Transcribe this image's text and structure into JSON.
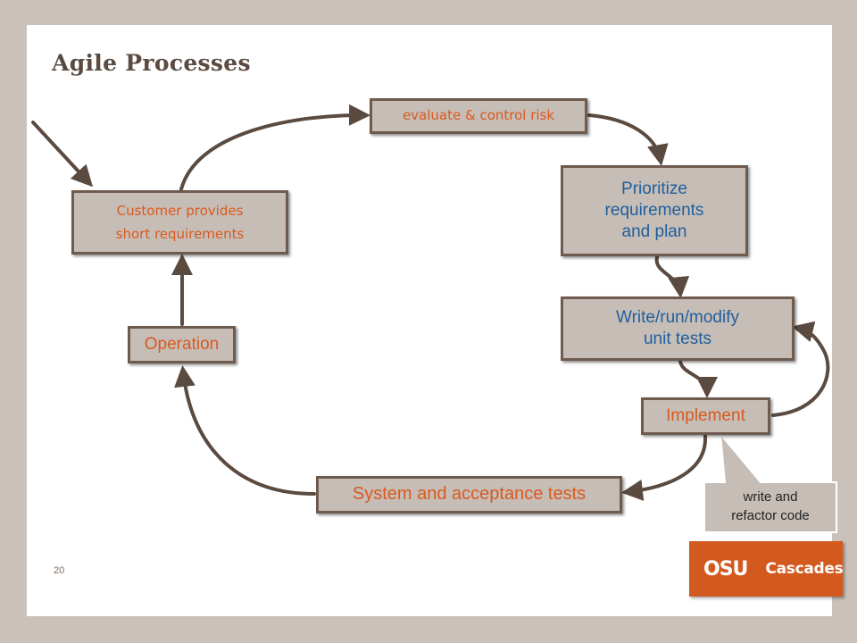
{
  "slide": {
    "title": "Agile Processes",
    "page_number": "20"
  },
  "steps": {
    "evaluate": "evaluate & control risk",
    "customer": "Customer provides\nshort requirements",
    "prioritize": "Prioritize\nrequirements\nand plan",
    "write_tests": "Write/run/modify\nunit tests",
    "implement": "Implement",
    "system_tests": "System and acceptance tests",
    "operation": "Operation"
  },
  "callout": {
    "text": "write and\nrefactor code"
  },
  "logo": {
    "left": "OSU",
    "right": "Cascades"
  },
  "colors": {
    "box_fill": "#c6bdb6",
    "box_border": "#6e5b4e",
    "arrow": "#5b4a40",
    "text_orange": "#d95a1f",
    "text_blue": "#1f5f9e",
    "logo_orange": "#d35a1f",
    "background": "#c9c1ba"
  }
}
